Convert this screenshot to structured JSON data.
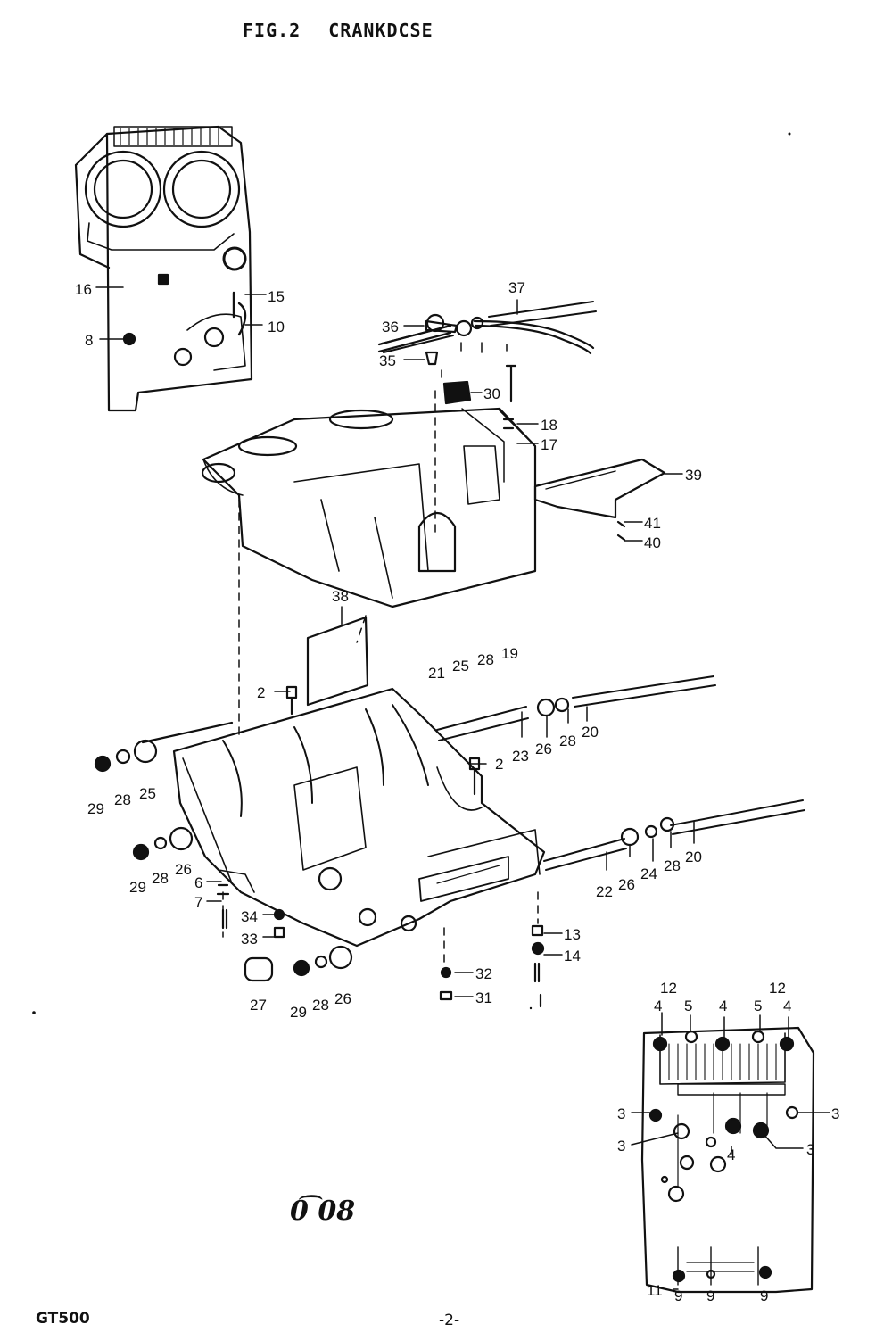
{
  "header": {
    "fig_label": "FIG.2",
    "title": "CRANKDCSE"
  },
  "footer": {
    "model": "GT500",
    "page": "-2-"
  },
  "stamp": "0͡ 08",
  "callouts": [
    {
      "id": "c16",
      "text": "16"
    },
    {
      "id": "c8",
      "text": "8"
    },
    {
      "id": "c15",
      "text": "15"
    },
    {
      "id": "c10",
      "text": "10"
    },
    {
      "id": "c37",
      "text": "37"
    },
    {
      "id": "c36",
      "text": "36"
    },
    {
      "id": "c35",
      "text": "35"
    },
    {
      "id": "c30",
      "text": "30"
    },
    {
      "id": "c18",
      "text": "18"
    },
    {
      "id": "c17",
      "text": "17"
    },
    {
      "id": "c39",
      "text": "39"
    },
    {
      "id": "c41",
      "text": "41"
    },
    {
      "id": "c40",
      "text": "40"
    },
    {
      "id": "c38",
      "text": "38"
    },
    {
      "id": "c2a",
      "text": "2"
    },
    {
      "id": "c21",
      "text": "21"
    },
    {
      "id": "c25a",
      "text": "25"
    },
    {
      "id": "c28a",
      "text": "28"
    },
    {
      "id": "c19",
      "text": "19"
    },
    {
      "id": "c23",
      "text": "23"
    },
    {
      "id": "c26a",
      "text": "26"
    },
    {
      "id": "c28b",
      "text": "28"
    },
    {
      "id": "c20a",
      "text": "20"
    },
    {
      "id": "c2b",
      "text": "2"
    },
    {
      "id": "c29a",
      "text": "29"
    },
    {
      "id": "c28c",
      "text": "28"
    },
    {
      "id": "c25b",
      "text": "25"
    },
    {
      "id": "c29b",
      "text": "29"
    },
    {
      "id": "c28d",
      "text": "28"
    },
    {
      "id": "c26b",
      "text": "26"
    },
    {
      "id": "c6",
      "text": "6"
    },
    {
      "id": "c7",
      "text": "7"
    },
    {
      "id": "c34",
      "text": "34"
    },
    {
      "id": "c33",
      "text": "33"
    },
    {
      "id": "c27",
      "text": "27"
    },
    {
      "id": "c29c",
      "text": "29"
    },
    {
      "id": "c28e",
      "text": "28"
    },
    {
      "id": "c26c",
      "text": "26"
    },
    {
      "id": "c32",
      "text": "32"
    },
    {
      "id": "c31",
      "text": "31"
    },
    {
      "id": "c13",
      "text": "13"
    },
    {
      "id": "c14",
      "text": "14"
    },
    {
      "id": "c22",
      "text": "22"
    },
    {
      "id": "c26d",
      "text": "26"
    },
    {
      "id": "c24",
      "text": "24"
    },
    {
      "id": "c28f",
      "text": "28"
    },
    {
      "id": "c20b",
      "text": "20"
    },
    {
      "id": "c12a",
      "text": "12"
    },
    {
      "id": "c12b",
      "text": "12"
    },
    {
      "id": "c4a",
      "text": "4"
    },
    {
      "id": "c5a",
      "text": "5"
    },
    {
      "id": "c4b",
      "text": "4"
    },
    {
      "id": "c5b",
      "text": "5"
    },
    {
      "id": "c4c",
      "text": "4"
    },
    {
      "id": "c3a",
      "text": "3"
    },
    {
      "id": "c3b",
      "text": "3"
    },
    {
      "id": "c3c",
      "text": "3"
    },
    {
      "id": "c3d",
      "text": "3"
    },
    {
      "id": "c4d",
      "text": "4"
    },
    {
      "id": "c11",
      "text": "11"
    },
    {
      "id": "c9a",
      "text": "9"
    },
    {
      "id": "c9b",
      "text": "9"
    },
    {
      "id": "c9c",
      "text": "9"
    }
  ]
}
